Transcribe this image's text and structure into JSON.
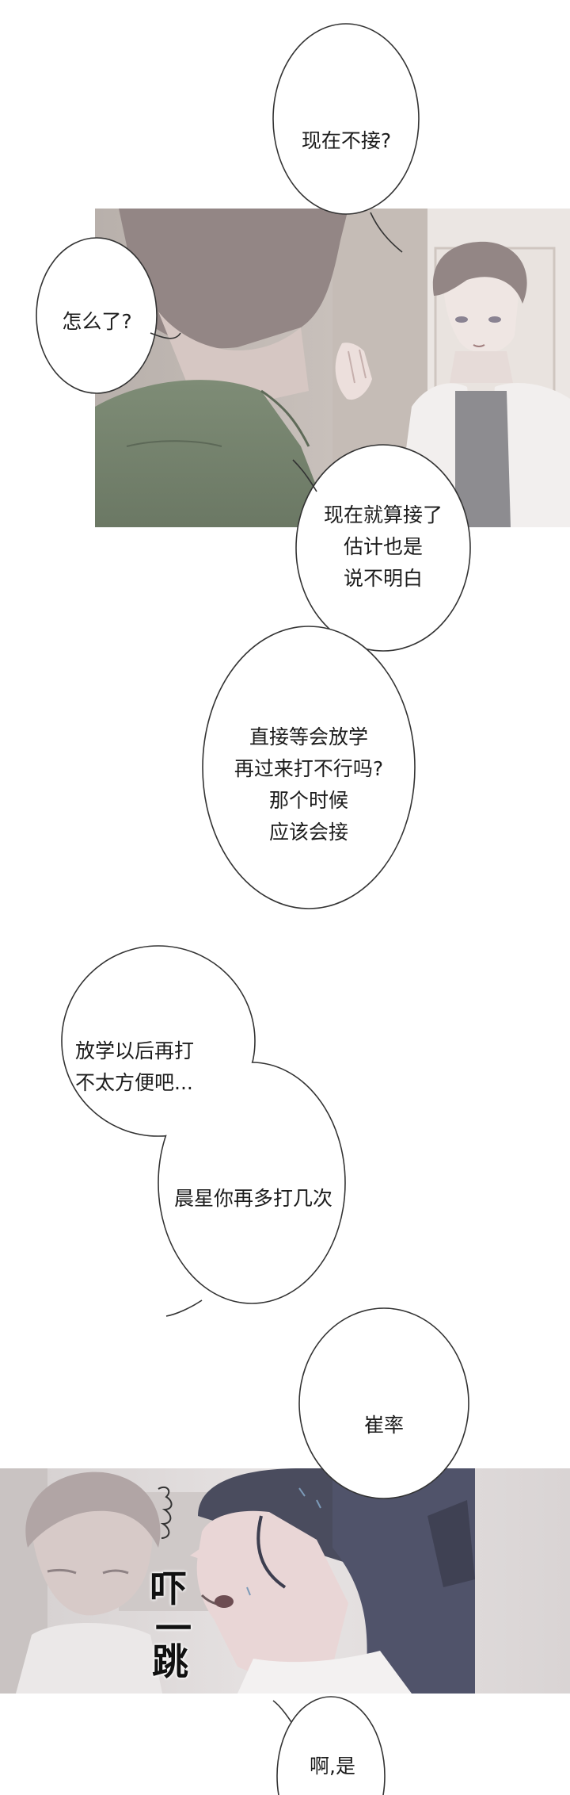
{
  "bubbles": {
    "b1": "现在不接?",
    "b2": "怎么了?",
    "b3": "现在就算接了\n估计也是\n说不明白",
    "b4": "直接等会放学\n再过来打不行吗?\n那个时候\n应该会接",
    "b5": "放学以后再打\n不太方便吧...",
    "b6": "晨星你再多打几次",
    "b7": "崔率",
    "b8": "啊,是"
  },
  "sfx": {
    "s1": "吓",
    "s2": "一",
    "s3": "跳"
  },
  "colors": {
    "panel1_bg": "#a79e9c",
    "jacket_green": "#6d7a66",
    "panel2_bg": "#9d9a9c",
    "bubble_fill": "#ffffff",
    "bubble_stroke": "#333333"
  }
}
